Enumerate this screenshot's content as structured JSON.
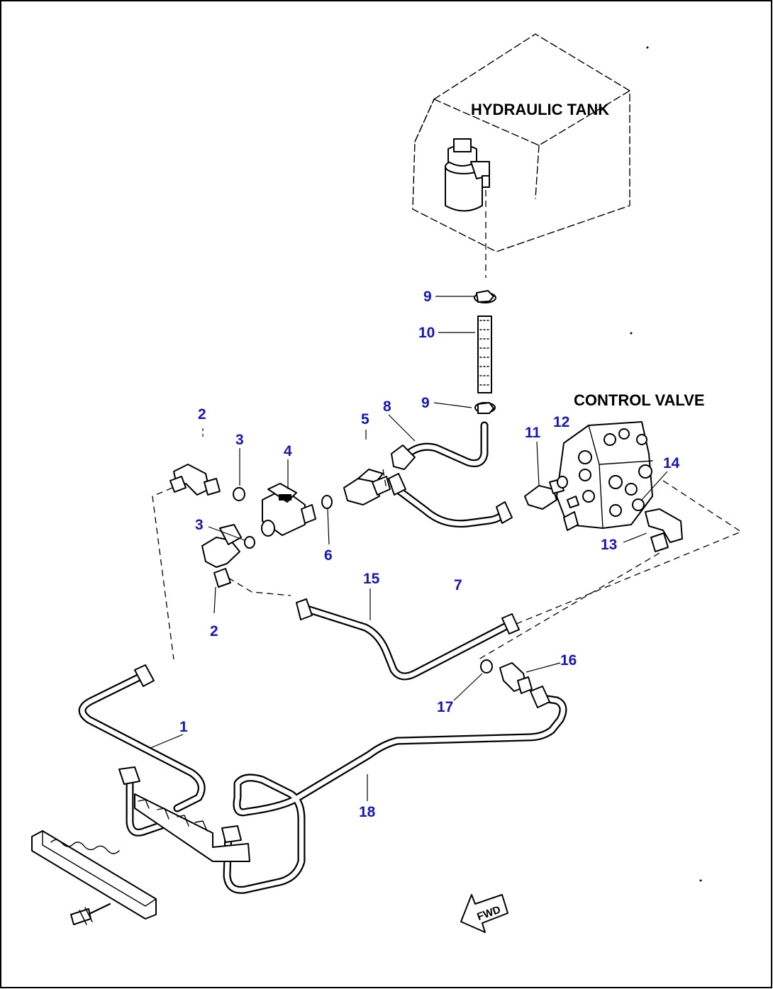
{
  "labels": {
    "hydraulic_tank": "HYDRAULIC TANK",
    "control_valve": "CONTROL VALVE",
    "fwd": "FWD"
  },
  "callouts": {
    "c1": "1",
    "c2_top": "2",
    "c2_bottom": "2",
    "c3_top": "3",
    "c3_bottom": "3",
    "c4": "4",
    "c5": "5",
    "c6": "6",
    "c7": "7",
    "c8": "8",
    "c9_top": "9",
    "c9_bottom": "9",
    "c10": "10",
    "c11": "11",
    "c12": "12",
    "c13": "13",
    "c14": "14",
    "c15": "15",
    "c16": "16",
    "c17": "17",
    "c18": "18"
  },
  "colors": {
    "callout": "#1515c8",
    "line": "#000000",
    "background": "#ffffff"
  }
}
